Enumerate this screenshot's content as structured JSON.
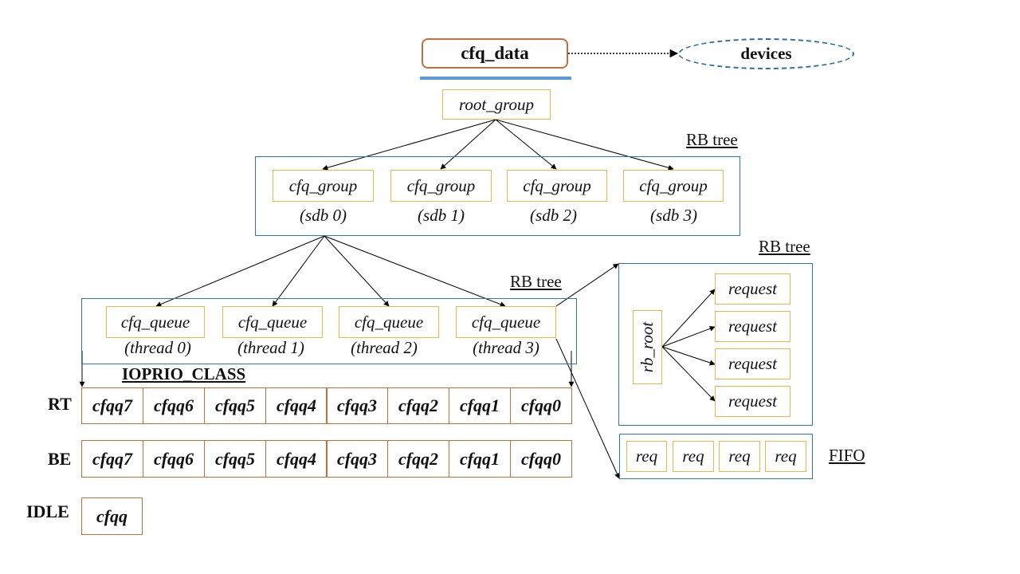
{
  "root": {
    "label": "cfq_data"
  },
  "devices": {
    "label": "devices"
  },
  "root_group": {
    "label": "root_group"
  },
  "rb_tree_label": "RB tree",
  "groups": [
    {
      "label": "cfq_group",
      "sub": "(sdb 0)"
    },
    {
      "label": "cfq_group",
      "sub": "(sdb 1)"
    },
    {
      "label": "cfq_group",
      "sub": "(sdb 2)"
    },
    {
      "label": "cfq_group",
      "sub": "(sdb 3)"
    }
  ],
  "queues": [
    {
      "label": "cfq_queue",
      "sub": "(thread 0)"
    },
    {
      "label": "cfq_queue",
      "sub": "(thread 1)"
    },
    {
      "label": "cfq_queue",
      "sub": "(thread 2)"
    },
    {
      "label": "cfq_queue",
      "sub": "(thread 3)"
    }
  ],
  "ioprio_class": "IOPRIO_CLASS",
  "classes": [
    {
      "label": "RT",
      "cells": [
        "cfqq7",
        "cfqq6",
        "cfqq5",
        "cfqq4",
        "cfqq3",
        "cfqq2",
        "cfqq1",
        "cfqq0"
      ]
    },
    {
      "label": "BE",
      "cells": [
        "cfqq7",
        "cfqq6",
        "cfqq5",
        "cfqq4",
        "cfqq3",
        "cfqq2",
        "cfqq1",
        "cfqq0"
      ]
    },
    {
      "label": "IDLE",
      "cells": [
        "cfqq"
      ]
    }
  ],
  "request_tree": {
    "root_label": "rb_root",
    "requests": [
      "request",
      "request",
      "request",
      "request"
    ]
  },
  "fifo": {
    "label": "FIFO",
    "reqs": [
      "req",
      "req",
      "req",
      "req"
    ]
  }
}
